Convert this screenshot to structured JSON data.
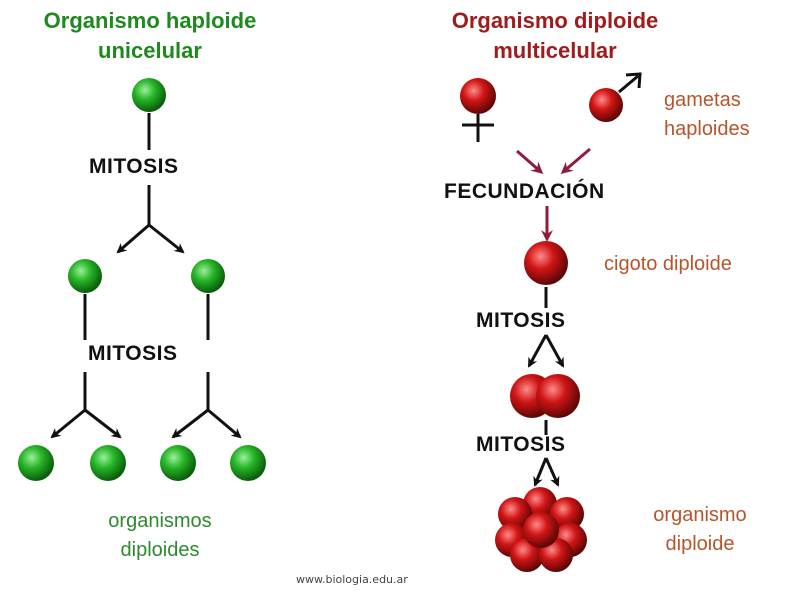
{
  "left": {
    "title_line1": "Organismo haploide",
    "title_line2": "unicelular",
    "process_1": "MITOSIS",
    "process_2": "MITOSIS",
    "caption_line1": "organismos",
    "caption_line2": "diploides"
  },
  "right": {
    "title_line1": "Organismo diploide",
    "title_line2": "multicelular",
    "gametes_line1": "gametas",
    "gametes_line2": "haploides",
    "fertilization": "FECUNDACIÓN",
    "zygote": "cigoto diploide",
    "process_1": "MITOSIS",
    "process_2": "MITOSIS",
    "caption_line1": "organismo",
    "caption_line2": "diploide"
  },
  "footer": "www.biologia.edu.ar",
  "colors": {
    "green_title": "#1e8a1e",
    "red_title": "#a01c1c",
    "label_brown": "#b5552a",
    "green_cell": "#22b022",
    "red_cell": "#c41414",
    "arrow_maroon": "#8e1c3c"
  }
}
